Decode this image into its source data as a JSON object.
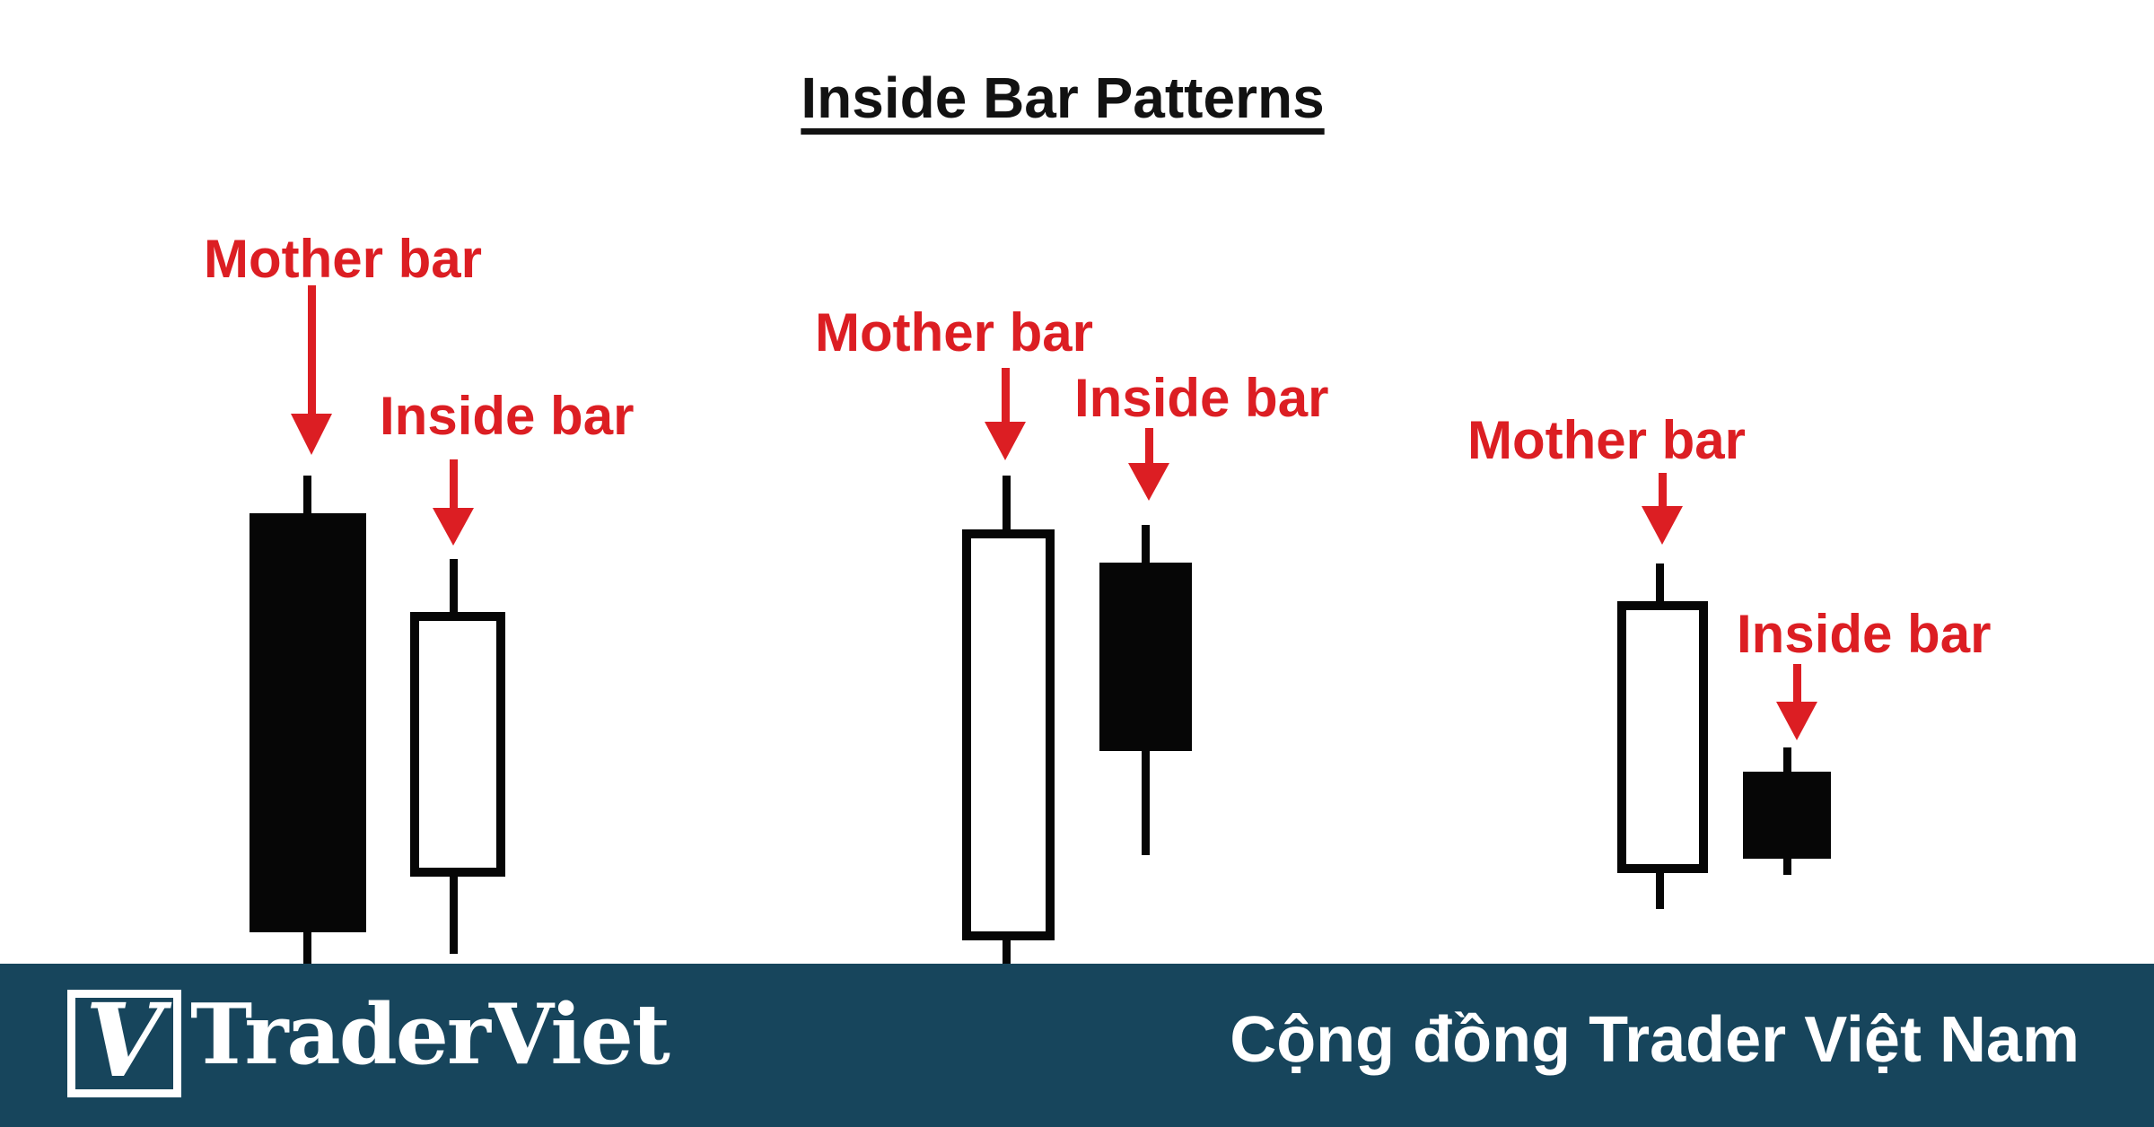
{
  "title": {
    "text": "Inside Bar Patterns"
  },
  "patterns": [
    {
      "id": 1,
      "mother_label": "Mother bar",
      "inside_label": "Inside bar",
      "mother_style": "bearish-filled-black",
      "inside_style": "bullish-hollow-white"
    },
    {
      "id": 2,
      "mother_label": "Mother bar",
      "inside_label": "Inside bar",
      "mother_style": "bullish-hollow-white",
      "inside_style": "bearish-filled-black"
    },
    {
      "id": 3,
      "mother_label": "Mother bar",
      "inside_label": "Inside bar",
      "mother_style": "bullish-hollow-white",
      "inside_style": "bearish-filled-black"
    }
  ],
  "footer": {
    "logo_letter": "V",
    "brand": "TraderViet",
    "tagline": "Cộng đồng Trader Việt Nam"
  },
  "colors": {
    "label_red": "#DC1E23",
    "candle_black": "#060606",
    "footer_bg": "#17455C",
    "footer_text": "#FFFFFF",
    "title_black": "#121212"
  }
}
